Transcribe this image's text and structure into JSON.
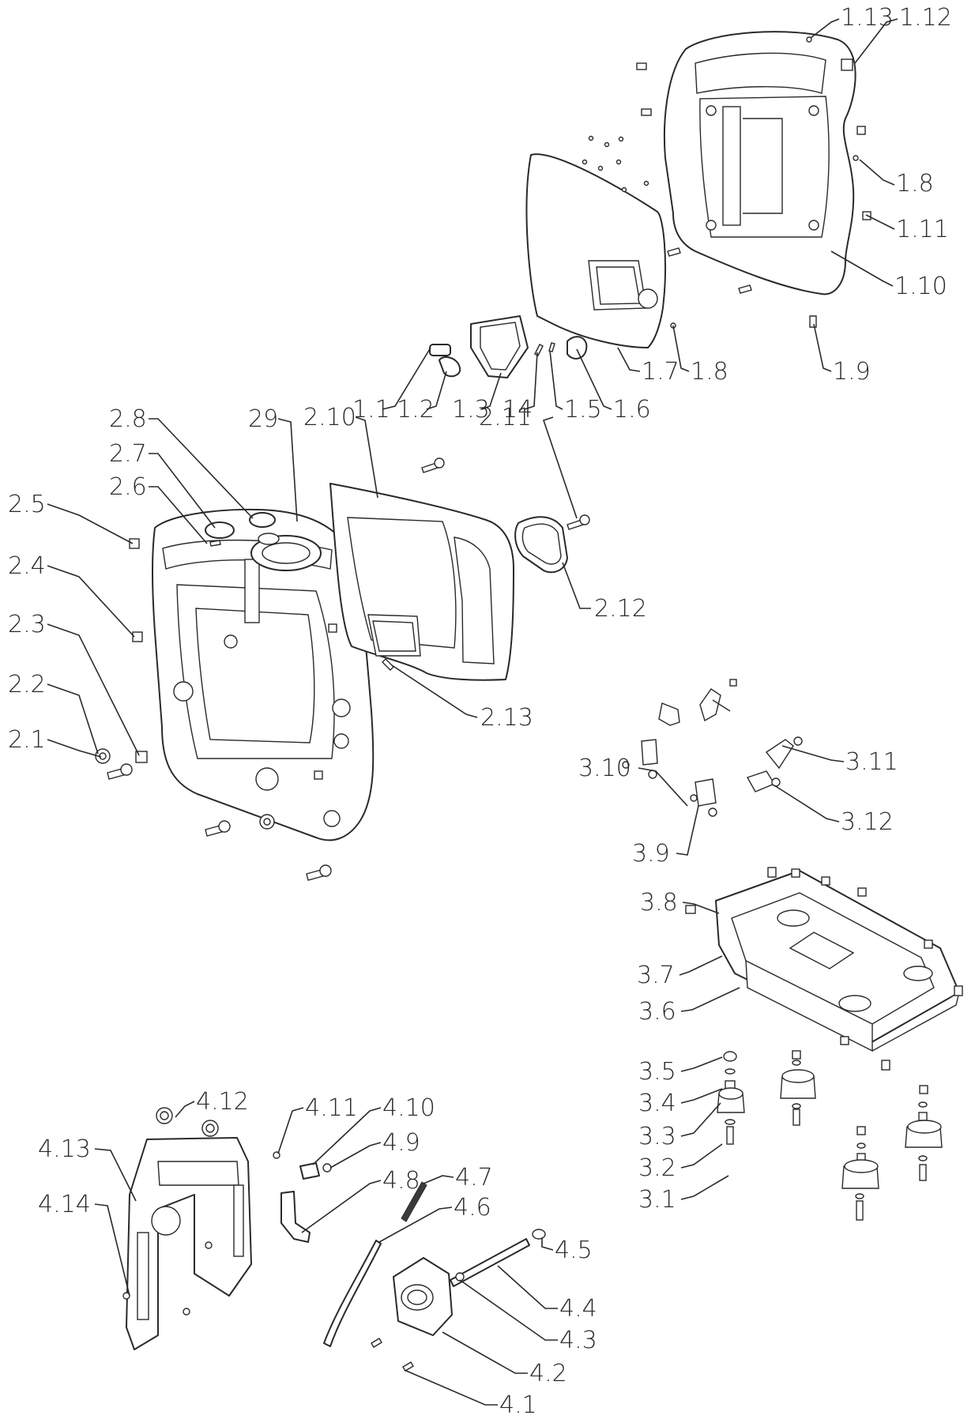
{
  "diagram": {
    "groups": [
      {
        "id": "group-1",
        "callouts": [
          "1.1",
          "1.2",
          "1.3",
          "14",
          "1.5",
          "1.6",
          "1.7",
          "1.8",
          "1.8",
          "1.9",
          "1.10",
          "1.11",
          "1.12",
          "1.13"
        ]
      },
      {
        "id": "group-2",
        "callouts": [
          "2.1",
          "2.2",
          "2.3",
          "2.4",
          "2.5",
          "2.6",
          "2.7",
          "2.8",
          "29",
          "2.10",
          "2.11",
          "2.12",
          "2.13"
        ]
      },
      {
        "id": "group-3",
        "callouts": [
          "3.1",
          "3.2",
          "3.3",
          "3.4",
          "3.5",
          "3.6",
          "3.7",
          "3.8",
          "3.9",
          "3.10",
          "3.11",
          "3.12"
        ]
      },
      {
        "id": "group-4",
        "callouts": [
          "4.1",
          "4.2",
          "4.3",
          "4.4",
          "4.5",
          "4.6",
          "4.7",
          "4.8",
          "4.9",
          "4.10",
          "4.11",
          "4.12",
          "4.13",
          "4.14"
        ]
      }
    ]
  }
}
